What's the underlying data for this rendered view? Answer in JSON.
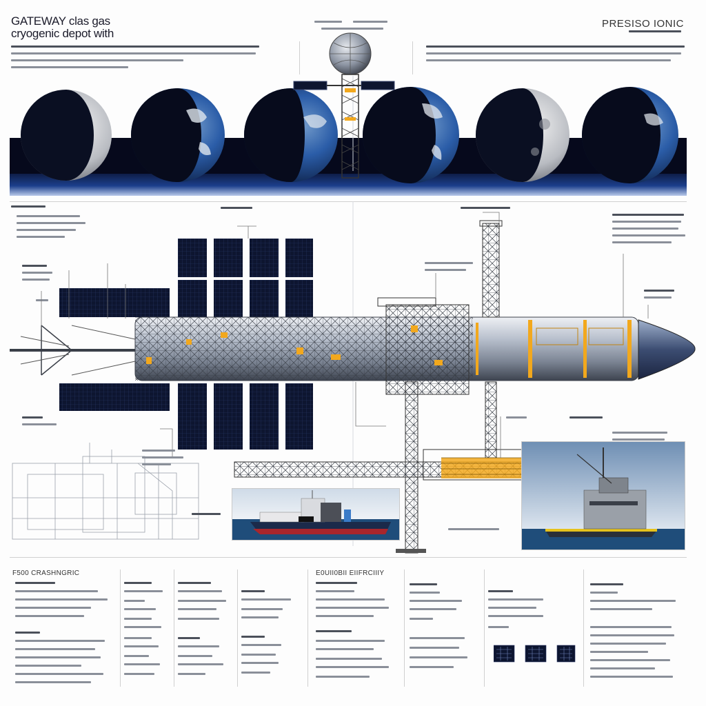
{
  "header": {
    "title_line1": "GATEWAY clas gas",
    "title_line2": "cryogenic depot with",
    "title_right": "PRESISO IONIC"
  },
  "sections": {
    "specs_left": "F500 CRASHNGRIC",
    "specs_mid": "E0UII0BII EIIFRCIIIY"
  },
  "colors": {
    "panel": "#0d1530",
    "panel_grid": "#2a3868",
    "hull": "#9aa3b2",
    "truss": "#3a3f48",
    "accent": "#f2a81d",
    "earth_blue": "#2b5da8",
    "horizon": "#1c3f8c",
    "sea": "#1f4d7a"
  },
  "icons": [
    "moon-earth-phase-icon",
    "solar-panel-icon",
    "space-station-icon",
    "tanker-ship-icon",
    "gear-icon"
  ]
}
